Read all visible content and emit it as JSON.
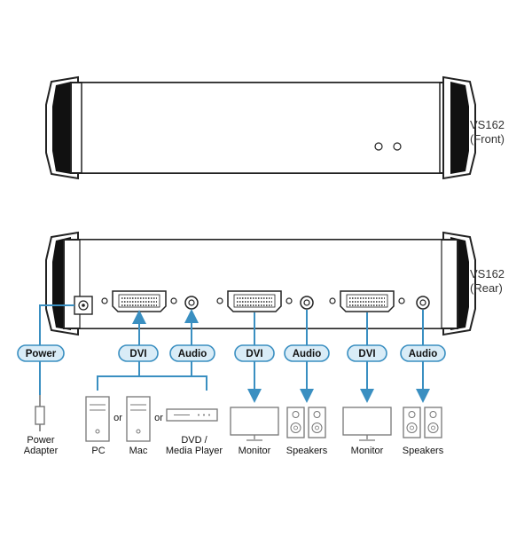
{
  "front": {
    "model": "VS162",
    "view": "(Front)"
  },
  "rear": {
    "model": "VS162",
    "view": "(Rear)"
  },
  "ports": {
    "power": "Power",
    "dvi_1": "DVI",
    "audio_1": "Audio",
    "dvi_2": "DVI",
    "audio_2": "Audio",
    "dvi_3": "DVI",
    "audio_3": "Audio"
  },
  "devices": {
    "power_adapter_line1": "Power",
    "power_adapter_line2": "Adapter",
    "pc": "PC",
    "mac": "Mac",
    "or_1": "or",
    "or_2": "or",
    "dvd_line1": "DVD /",
    "dvd_line2": "Media Player",
    "monitor_1": "Monitor",
    "speakers_1": "Speakers",
    "monitor_2": "Monitor",
    "speakers_2": "Speakers"
  },
  "colors": {
    "accent": "#3a8fc1",
    "pill_fill": "#d9ecf7",
    "outline": "#222222",
    "device_stroke": "#777777"
  }
}
